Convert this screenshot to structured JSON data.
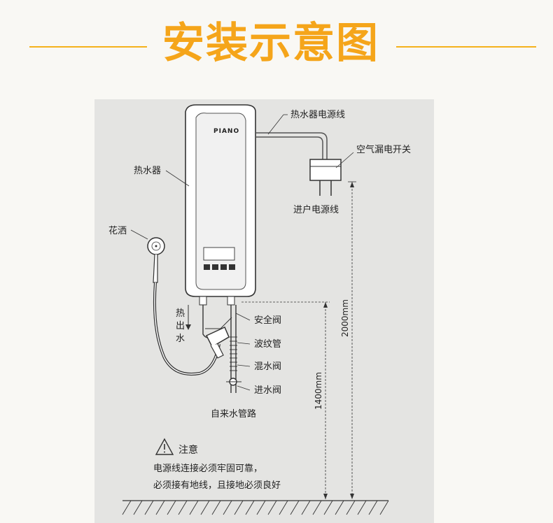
{
  "header": {
    "title": "安装示意图",
    "accent_color": "#f5a51a"
  },
  "diagram": {
    "background": "#e4e4e2",
    "brand": "PIANO",
    "labels": {
      "power_cord": "热水器电源线",
      "leak_switch": "空气漏电开关",
      "incoming_line": "进户电源线",
      "heater": "热水器",
      "shower": "花洒",
      "hot_out": "热出水",
      "safety_valve": "安全阀",
      "bellows": "波纹管",
      "mix_valve": "混水阀",
      "inlet_valve": "进水阀",
      "tap_pipe": "自来水管路",
      "dim_2000": "2000mm",
      "dim_1400": "1400mm"
    },
    "notice": {
      "icon": "warning-triangle-icon",
      "title": "注意",
      "line1": "电源线连接必须牢固可靠，",
      "line2": "必须接有地线，且接地必须良好"
    }
  }
}
